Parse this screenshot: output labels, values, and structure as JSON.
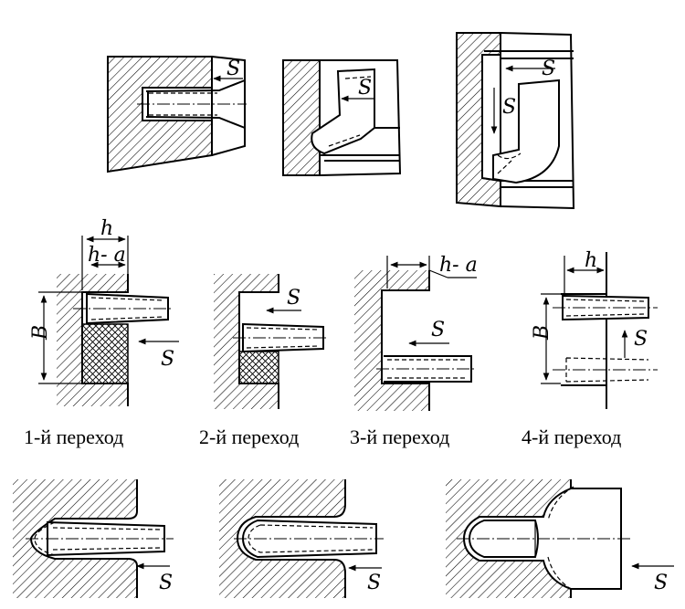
{
  "labels": {
    "s": "S",
    "b": "B",
    "h": "h",
    "h_minus_a": "h- a"
  },
  "captions": [
    "1-й переход",
    "2-й переход",
    "3-й переход",
    "4-й переход"
  ]
}
